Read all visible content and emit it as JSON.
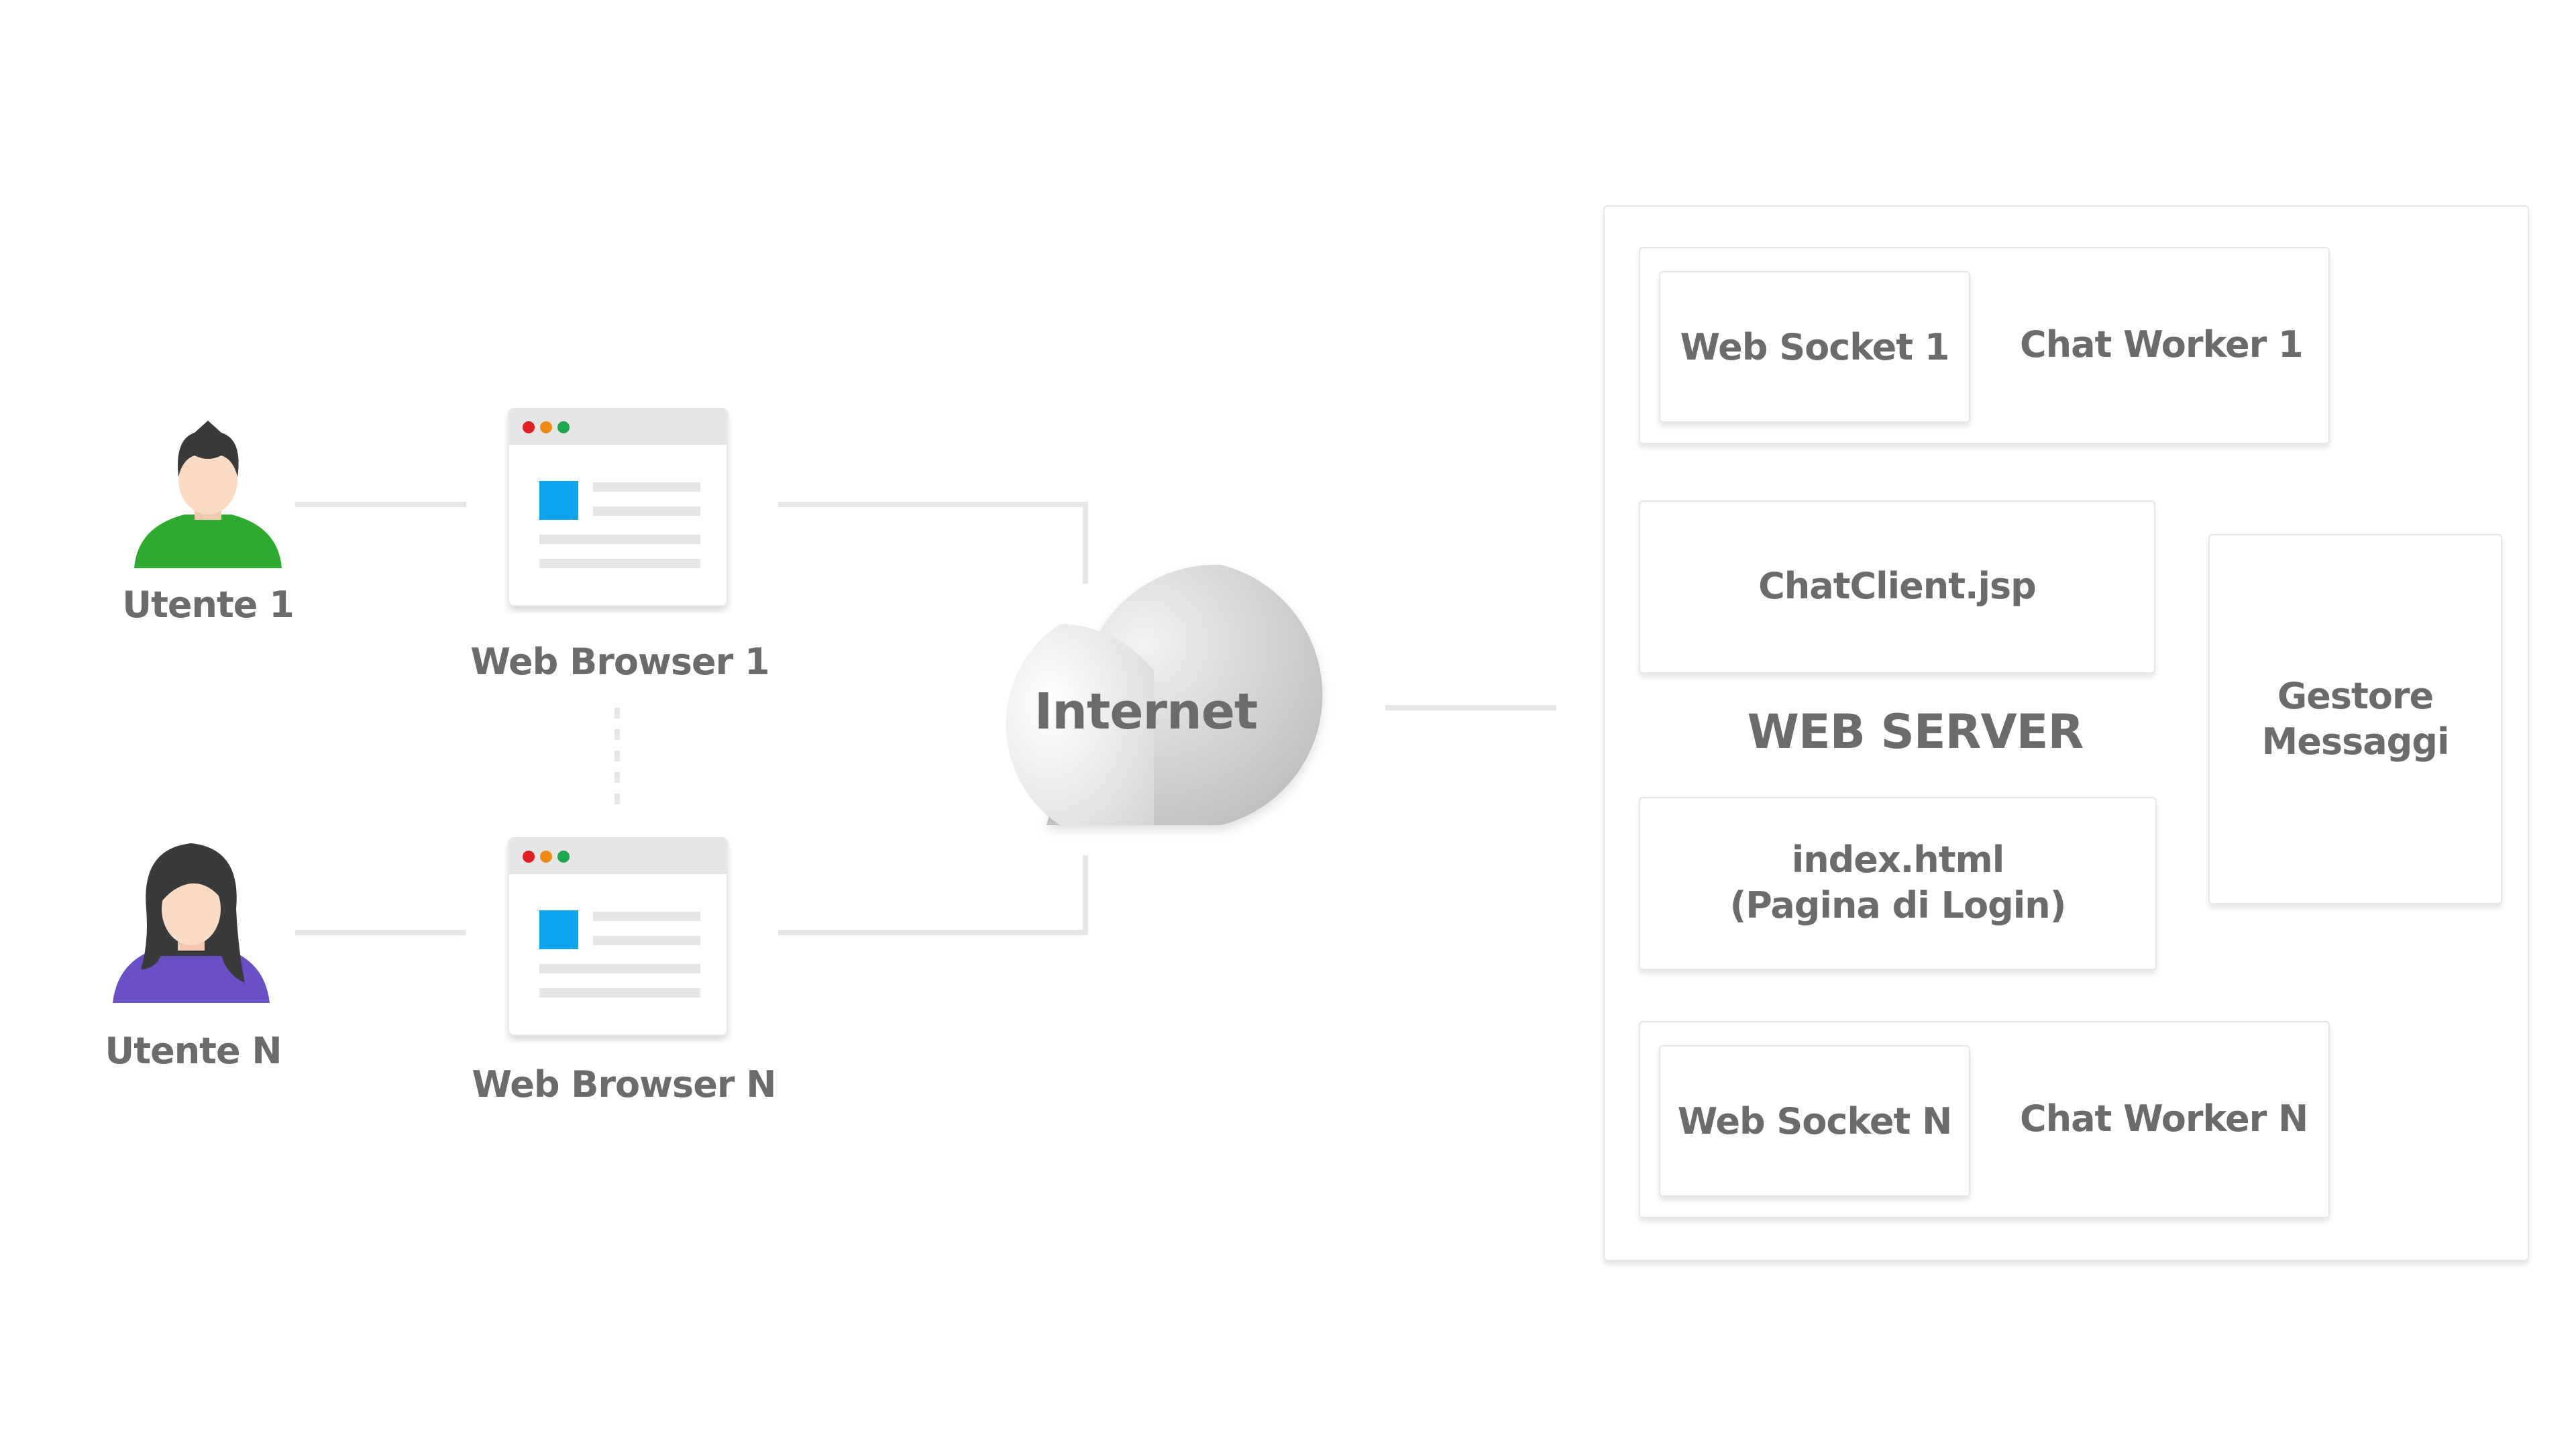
{
  "users": [
    {
      "label": "Utente 1"
    },
    {
      "label": "Utente N"
    }
  ],
  "browsers": [
    {
      "label": "Web Browser 1"
    },
    {
      "label": "Web Browser N"
    }
  ],
  "internet": {
    "label": "Internet"
  },
  "server": {
    "title": "WEB SERVER",
    "worker_rows": [
      {
        "socket": "Web Socket 1",
        "worker": "Chat Worker 1"
      },
      {
        "socket": "Web Socket N",
        "worker": "Chat Worker N"
      }
    ],
    "chat_client": "ChatClient.jsp",
    "index_line1": "index.html",
    "index_line2": "(Pagina di Login)",
    "gestore_line1": "Gestore",
    "gestore_line2": "Messaggi"
  },
  "colors": {
    "user1_shirt": "#2eaa2e",
    "userN_shirt": "#6a4fc7",
    "skin": "#fadcc5",
    "hair": "#3a3a3a",
    "browser_accent": "#0aa5ee",
    "dot_red": "#e02020",
    "dot_orange": "#f08a10",
    "dot_green": "#1aa84a",
    "connector": "#e6e6e6"
  },
  "icons": [
    "user-male-icon",
    "user-female-icon",
    "browser-window-icon",
    "cloud-icon"
  ]
}
